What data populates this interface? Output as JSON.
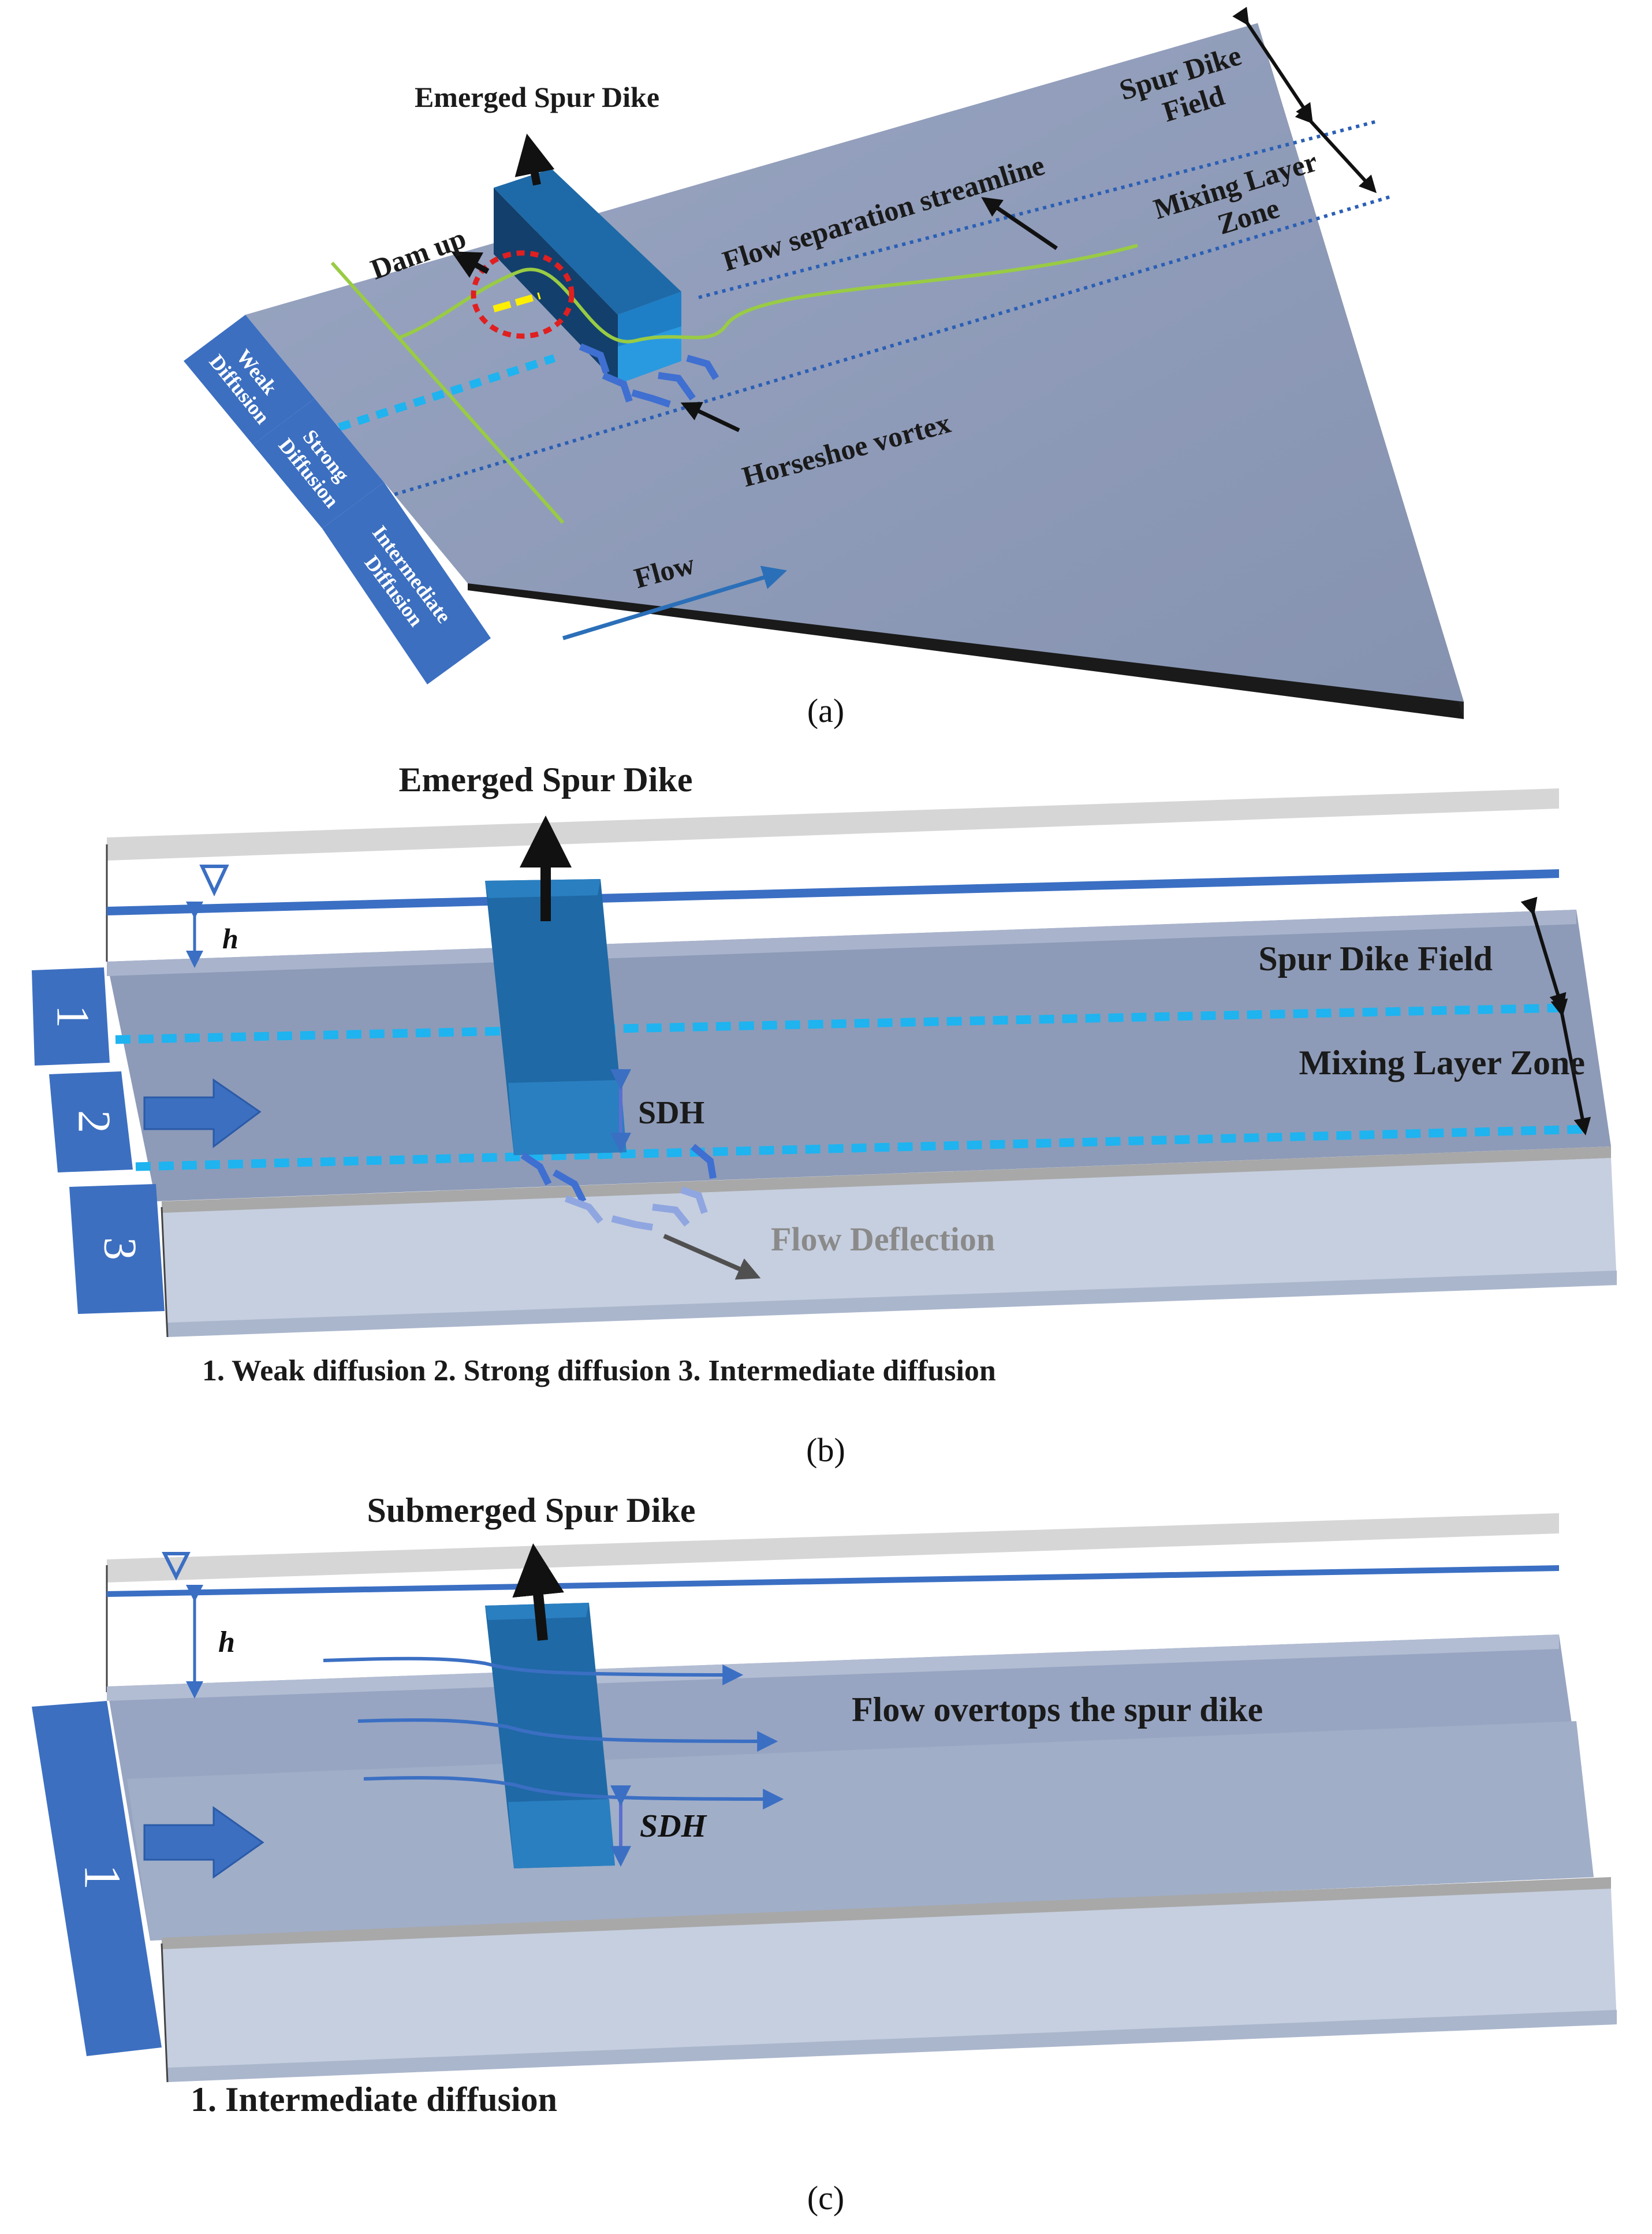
{
  "panel_a": {
    "caption": "(a)",
    "title": "Emerged Spur Dike",
    "dam_up": "Dam up",
    "separation": "Flow separation streamline",
    "spur_field": [
      "Spur Dike",
      "Field"
    ],
    "mixing": [
      "Mixing  Layer",
      "Zone"
    ],
    "horseshoe": "Horseshoe vortex",
    "flow": "Flow",
    "boxes": [
      [
        "Weak",
        "Diffusion"
      ],
      [
        "Strong",
        "Diffusion"
      ],
      [
        "Intermediate",
        "Diffusion"
      ]
    ]
  },
  "panel_b": {
    "caption": "(b)",
    "title": "Emerged Spur Dike",
    "h": "h",
    "sdh": "SDH",
    "spur_field": "Spur Dike Field",
    "mixing": "Mixing Layer Zone",
    "deflection": "Flow Deflection",
    "zones": [
      "1",
      "2",
      "3"
    ],
    "legend": "1. Weak diffusion 2. Strong diffusion 3. Intermediate diffusion"
  },
  "panel_c": {
    "caption": "(c)",
    "title": "Submerged Spur Dike",
    "h": "h",
    "sdh": "SDH",
    "overtop": "Flow overtops the spur dike",
    "zones": [
      "1"
    ],
    "legend": "1. Intermediate diffusion"
  },
  "colors": {
    "channel": "#8e9bb8",
    "dike": "#1f6aa6",
    "dike_dark": "#123f6b",
    "box": "#3c6fc0",
    "mixing_line": "#1fb4f0",
    "streamline": "#99cc44",
    "water_surface": "#3a6fc4"
  }
}
